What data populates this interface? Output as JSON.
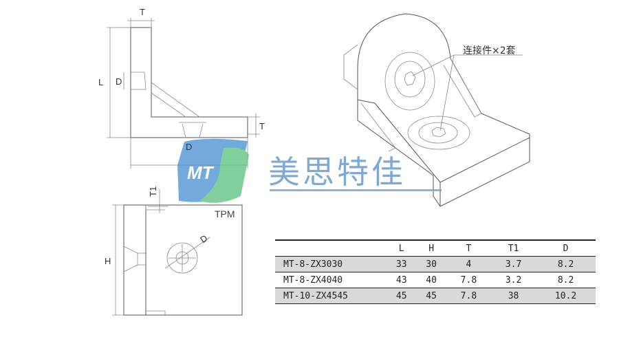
{
  "drawing": {
    "dim_labels": {
      "T_top": "T",
      "L": "L",
      "D_top": "D",
      "T_right": "T",
      "D_bottom": "D",
      "T1": "T1",
      "H": "H",
      "D_circle": "D"
    },
    "callout": "连接件×2套"
  },
  "logo": {
    "letters": "MT",
    "brand_name": "美思特佳",
    "sub": "TPM",
    "colors": {
      "blue": "#5b9bd5",
      "green": "#6cc88a"
    }
  },
  "table": {
    "headers": [
      "",
      "L",
      "H",
      "T",
      "T1",
      "D"
    ],
    "rows": [
      [
        "MT-8-ZX3030",
        "33",
        "30",
        "4",
        "3.7",
        "8.2"
      ],
      [
        "MT-8-ZX4040",
        "43",
        "40",
        "7.8",
        "3.2",
        "8.2"
      ],
      [
        "MT-10-ZX4545",
        "45",
        "45",
        "7.8",
        "38",
        "10.2"
      ]
    ]
  }
}
